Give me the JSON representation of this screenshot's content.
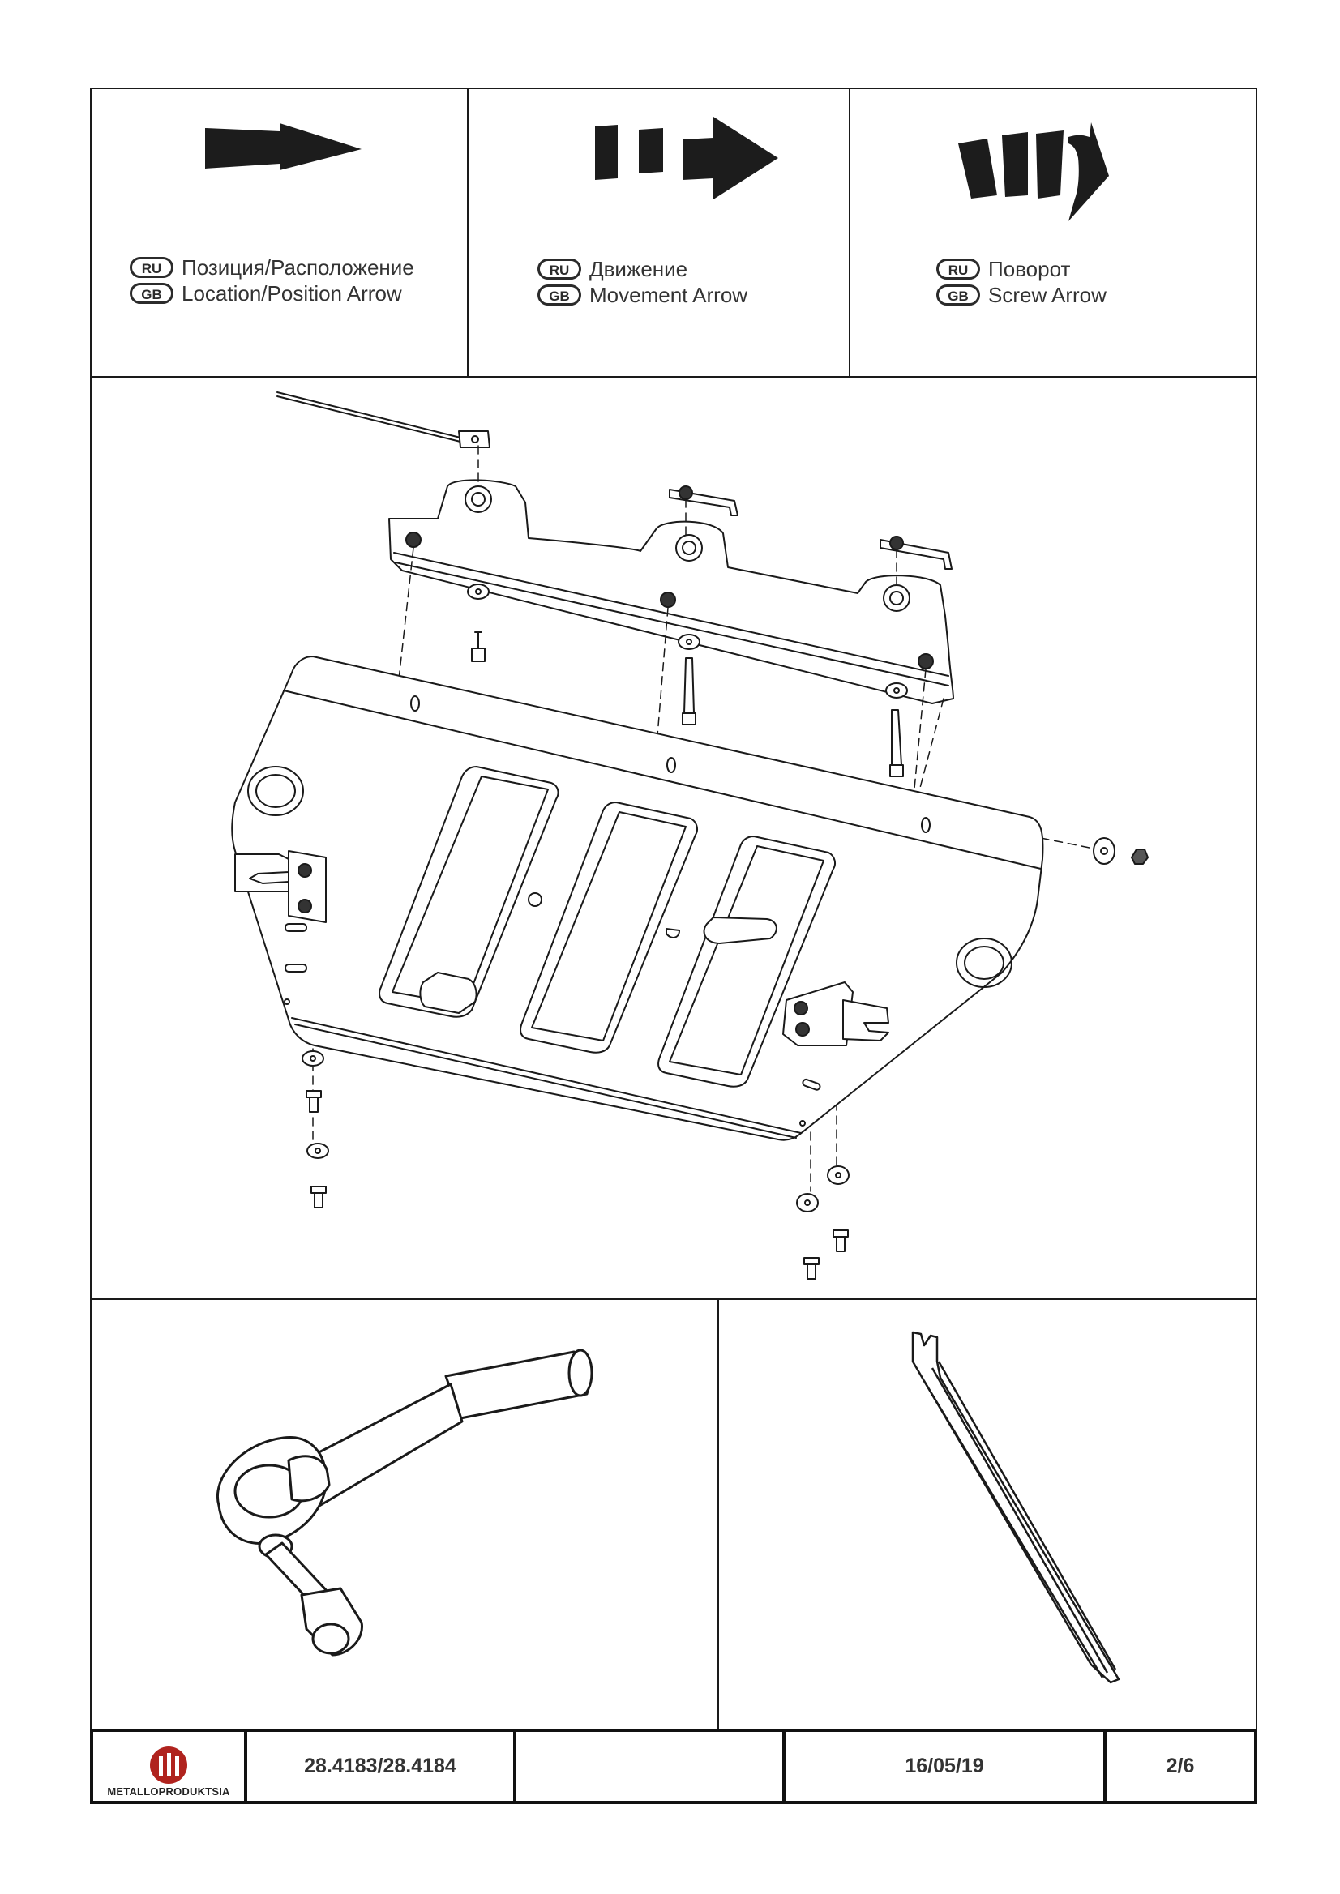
{
  "legend": {
    "location": {
      "ru_badge": "RU",
      "gb_badge": "GB",
      "ru_text": "Позиция/Расположение",
      "gb_text": "Location/Position Arrow"
    },
    "movement": {
      "ru_badge": "RU",
      "gb_badge": "GB",
      "ru_text": "Движение",
      "gb_text": "Movement Arrow"
    },
    "screw": {
      "ru_badge": "RU",
      "gb_badge": "GB",
      "ru_text": "Поворот",
      "gb_text": "Screw Arrow"
    }
  },
  "footer": {
    "logo_text": "METALLOPRODUKTSIA",
    "part_number": "28.4183/28.4184",
    "blank": "",
    "date": "16/05/19",
    "page": "2/6"
  },
  "colors": {
    "line": "#1a1a1a",
    "logo_red": "#b0231e",
    "fill_dark": "#1c1c1c"
  },
  "icons": [
    "location-arrow-icon",
    "movement-arrow-icon",
    "screw-arrow-icon",
    "ratchet-wrench-icon",
    "trim-removal-tool-icon",
    "company-logo-icon"
  ]
}
